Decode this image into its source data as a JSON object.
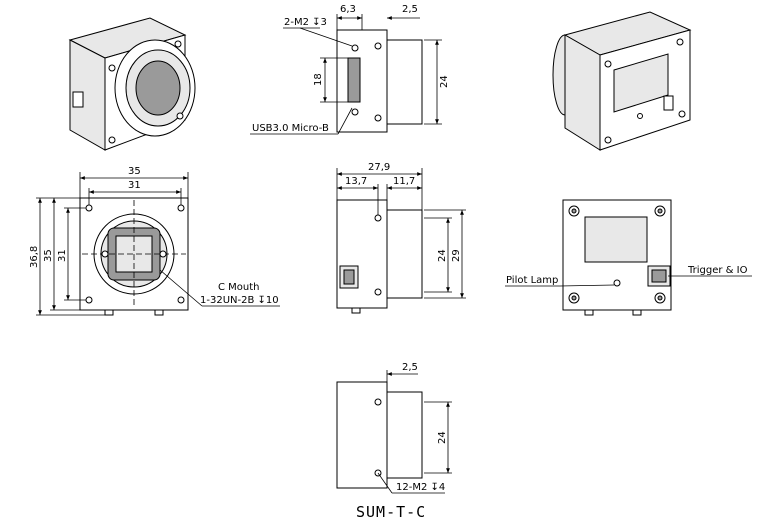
{
  "title": "SUM-T-C",
  "dimensions": {
    "top_6_3": "6,3",
    "top_2_5": "2,5",
    "top_2m2": "2-M2 ↧3",
    "top_18": "18",
    "top_24": "24",
    "usb": "USB3.0 Micro-B",
    "front_35": "35",
    "front_31": "31",
    "front_36_8": "36,8",
    "front_35v": "35",
    "front_31v": "31",
    "c_mouth_1": "C Mouth",
    "c_mouth_2": "1-32UN-2B ↧10",
    "side_27_9": "27,9",
    "side_13_7": "13,7",
    "side_11_7": "11,7",
    "side_24": "24",
    "side_29": "29",
    "pilot": "Pilot Lamp",
    "trigger": "Trigger & IO",
    "bottom_2_5": "2,5",
    "bottom_24": "24",
    "bottom_12m2": "12-M2 ↧4"
  }
}
